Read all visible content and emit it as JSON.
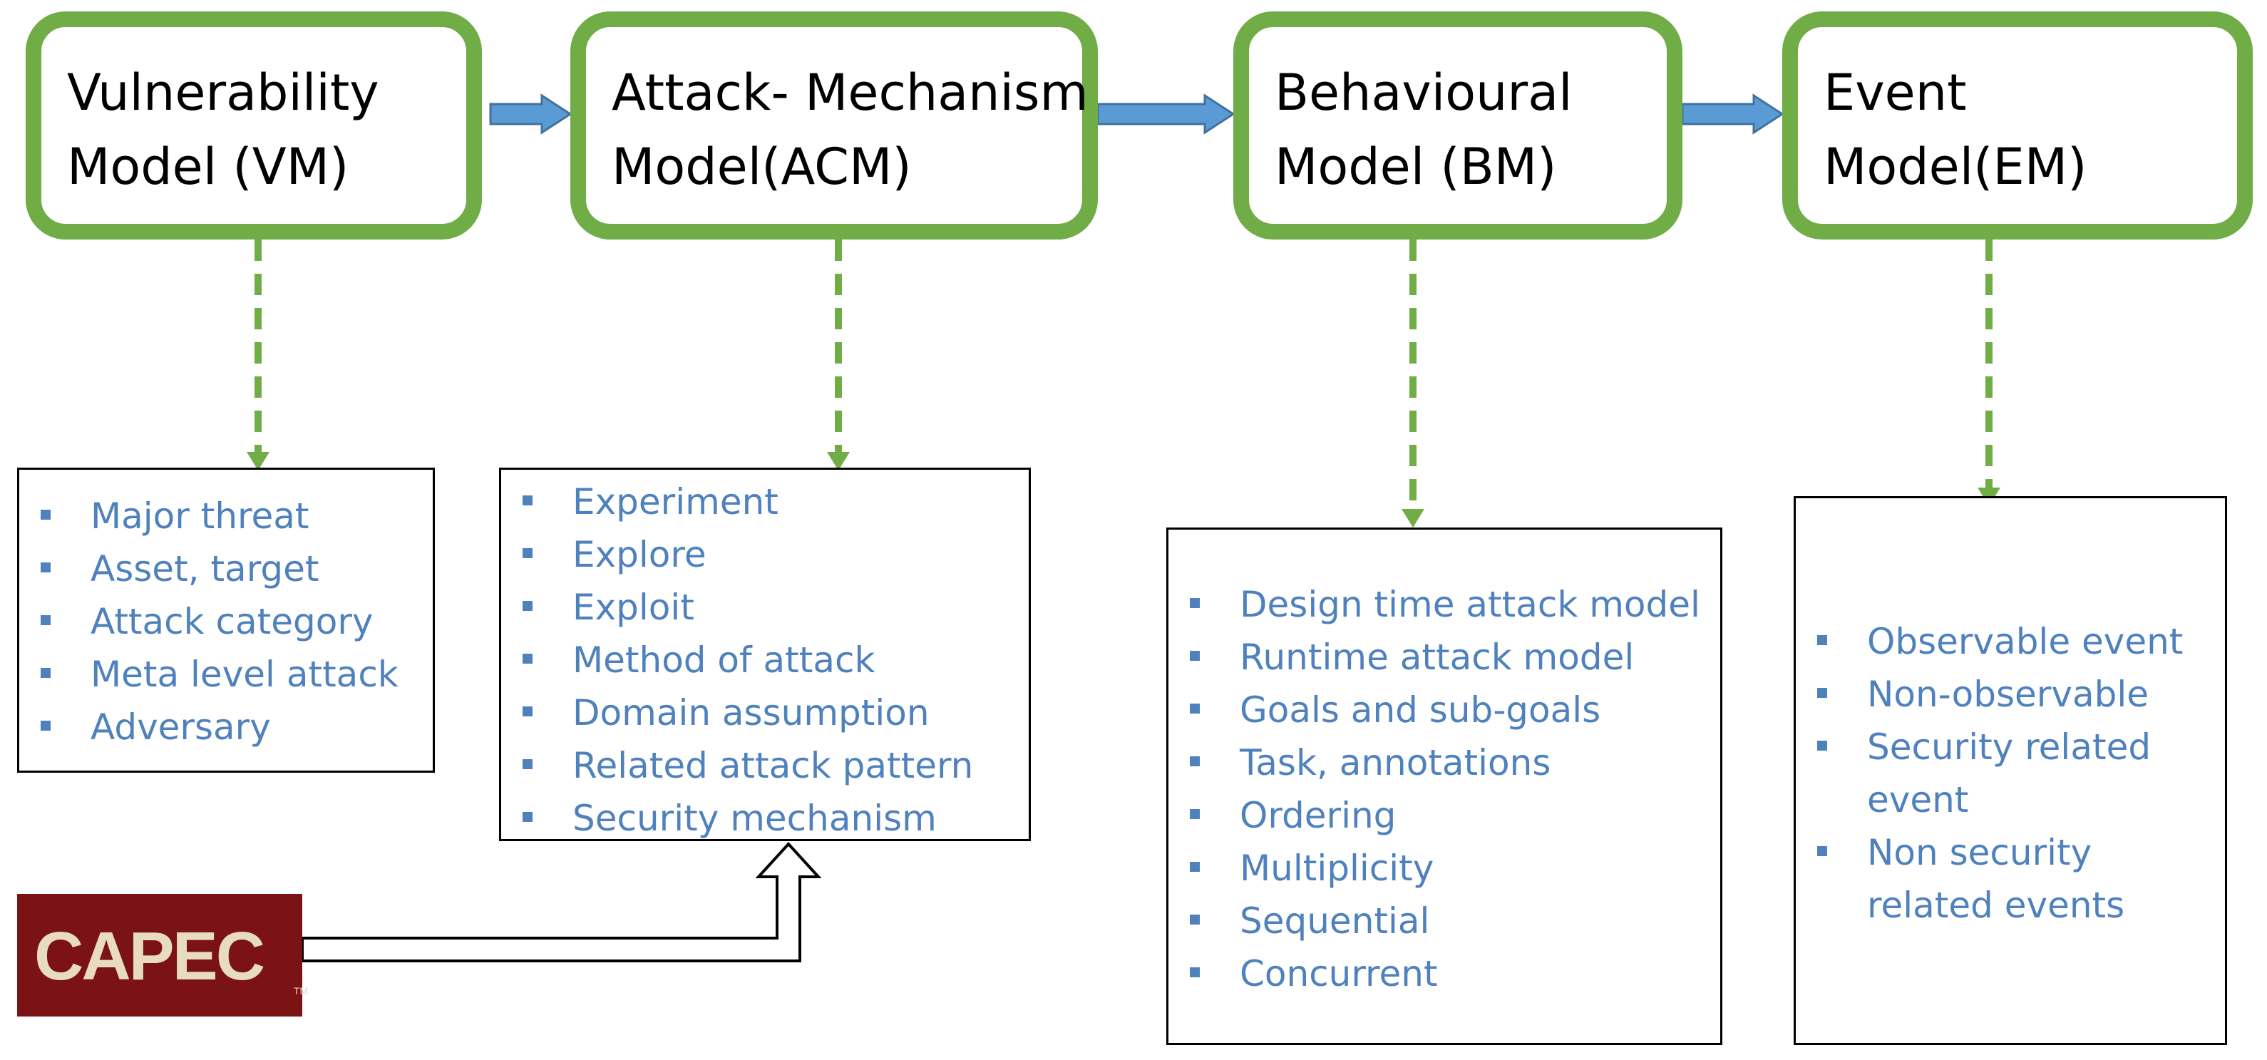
{
  "models": [
    {
      "line1": "Vulnerability",
      "line2": "Model (VM)"
    },
    {
      "line1": "Attack- Mechanism",
      "line2": "Model(ACM)"
    },
    {
      "line1": "Behavioural",
      "line2": "Model (BM)"
    },
    {
      "line1": "Event",
      "line2": "Model(EM)"
    }
  ],
  "lists": {
    "vm": [
      "Major threat",
      "Asset, target",
      "Attack  category",
      "Meta level attack",
      "Adversary"
    ],
    "acm": [
      "Experiment",
      "Explore",
      "Exploit",
      "Method of attack",
      "Domain assumption",
      "Related attack pattern",
      "Security mechanism"
    ],
    "bm": [
      "Design time attack model",
      "Runtime attack model",
      "Goals and sub-goals",
      "Task, annotations",
      "Ordering",
      "Multiplicity",
      "Sequential",
      "Concurrent"
    ],
    "em": [
      {
        "l1": "Observable event"
      },
      {
        "l1": "Non-observable"
      },
      {
        "l1": "Security related",
        "l2": "event"
      },
      {
        "l1": "Non security",
        "l2": "related events"
      }
    ]
  },
  "logo": {
    "text": "CAPEC",
    "tm": "TM"
  },
  "colors": {
    "model_border": "#70ad47",
    "flow_arrow": "#5b9bd5",
    "dashed_connector": "#70ad47",
    "list_text": "#4f81bd",
    "logo_bg": "#7b1214"
  }
}
